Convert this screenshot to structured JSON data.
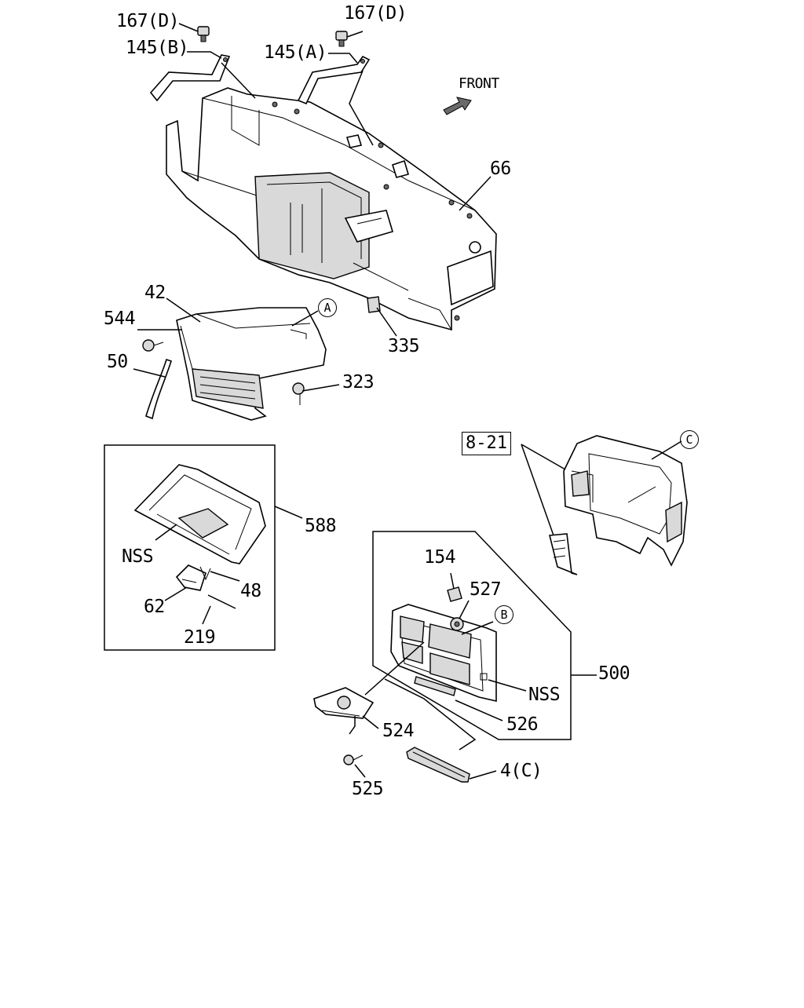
{
  "labels": {
    "bolt_167d_left": "167(D)",
    "bolt_167d_right": "167(D)",
    "brace_145b": "145(B)",
    "brace_145a": "145(A)",
    "front": "FRONT",
    "frame_66": "66",
    "glovebox_42": "42",
    "screw_544": "544",
    "seal_50": "50",
    "clip_335": "335",
    "screw_323": "323",
    "ref_8_21": "8-21",
    "lid_588": "588",
    "nss_lid": "NSS",
    "latch_48": "48",
    "latch_62": "62",
    "rod_219": "219",
    "clip_154": "154",
    "nut_527": "527",
    "panel_500": "500",
    "nss_panel": "NSS",
    "strip_526": "526",
    "bracket_524": "524",
    "screw_525": "525",
    "cover_4c": "4(C)"
  },
  "callouts": {
    "a": "A",
    "b": "B",
    "c": "C"
  }
}
